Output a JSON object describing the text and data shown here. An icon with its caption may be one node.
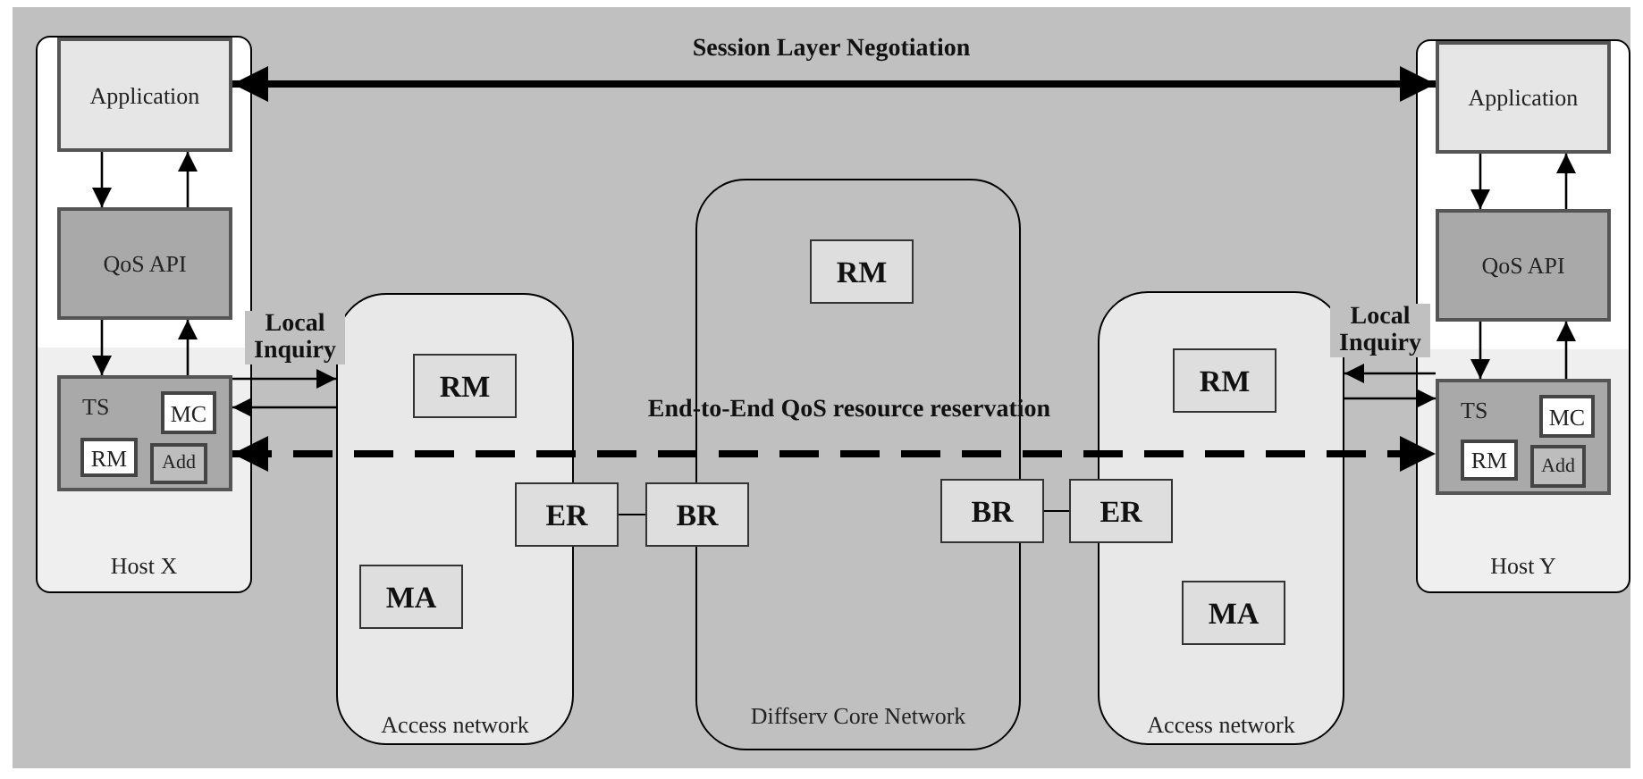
{
  "diagram": {
    "nodes": [
      {
        "text": [
          "Host X"
        ]
      },
      {
        "text": [
          "Application"
        ],
        "in": 0
      },
      {
        "text": [
          "QoS API"
        ],
        "in": 0
      },
      {
        "text": [
          "TS"
        ],
        "in": 0
      },
      {
        "text": [
          "MC"
        ],
        "in": 3
      },
      {
        "text": [
          "RM"
        ],
        "in": 3
      },
      {
        "text": [
          "Add"
        ],
        "in": 3
      },
      {
        "text": [
          "Access network"
        ]
      },
      {
        "text": [
          "RM"
        ],
        "in": 7
      },
      {
        "text": [
          "ER"
        ]
      },
      {
        "text": [
          "MA"
        ],
        "in": 7
      },
      {
        "text": [
          "Diffserv Core Network"
        ]
      },
      {
        "text": [
          "RM"
        ],
        "in": 11
      },
      {
        "text": [
          "BR"
        ]
      },
      {
        "text": [
          "BR"
        ]
      },
      {
        "text": [
          "Access network"
        ]
      },
      {
        "text": [
          "RM"
        ],
        "in": 15
      },
      {
        "text": [
          "ER"
        ]
      },
      {
        "text": [
          "MA"
        ],
        "in": 15
      },
      {
        "text": [
          "Host Y"
        ]
      },
      {
        "text": [
          "Application"
        ],
        "in": 19
      },
      {
        "text": [
          "QoS API"
        ],
        "in": 19
      },
      {
        "text": [
          "TS"
        ],
        "in": 19
      },
      {
        "text": [
          "MC"
        ],
        "in": 22
      },
      {
        "text": [
          "RM"
        ],
        "in": 22
      },
      {
        "text": [
          "Add"
        ],
        "in": 22
      }
    ],
    "edges": [
      {
        "from": 1,
        "to": 20,
        "arrow": "both",
        "label": "Session Layer Negotiation",
        "style": "thick"
      },
      {
        "from": 1,
        "to": 2,
        "arrow": "to"
      },
      {
        "from": 2,
        "to": 1,
        "arrow": "to"
      },
      {
        "from": 2,
        "to": 3,
        "arrow": "to"
      },
      {
        "from": 3,
        "to": 2,
        "arrow": "to"
      },
      {
        "from": 3,
        "to": 7,
        "arrow": "to",
        "label": "Local Inquiry"
      },
      {
        "from": 7,
        "to": 3,
        "arrow": "to"
      },
      {
        "from": 3,
        "to": 22,
        "arrow": "both",
        "label": "End-to-End QoS resource reservation",
        "style": "dashed"
      },
      {
        "from": 9,
        "to": 13,
        "arrow": "none"
      },
      {
        "from": 14,
        "to": 17,
        "arrow": "none"
      },
      {
        "from": 22,
        "to": 15,
        "arrow": "to",
        "label": "Local Inquiry"
      },
      {
        "from": 15,
        "to": 22,
        "arrow": "to"
      },
      {
        "from": 20,
        "to": 21,
        "arrow": "to"
      },
      {
        "from": 21,
        "to": 20,
        "arrow": "to"
      },
      {
        "from": 21,
        "to": 22,
        "arrow": "to"
      },
      {
        "from": 22,
        "to": 21,
        "arrow": "to"
      }
    ]
  }
}
